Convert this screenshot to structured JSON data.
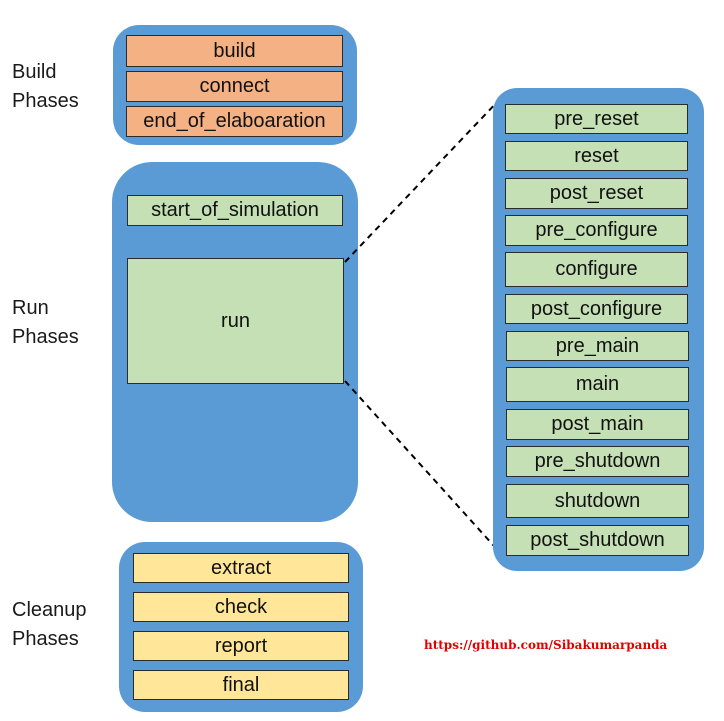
{
  "build_group": {
    "label_line1": "Build",
    "label_line2": "Phases",
    "phases": [
      "build",
      "connect",
      "end_of_elaboaration"
    ]
  },
  "run_group": {
    "label_line1": "Run",
    "label_line2": "Phases",
    "phases": [
      "start_of_simulation",
      "run"
    ],
    "sub_phases": [
      "pre_reset",
      "reset",
      "post_reset",
      "pre_configure",
      "configure",
      "post_configure",
      "pre_main",
      "main",
      "post_main",
      "pre_shutdown",
      "shutdown",
      "post_shutdown"
    ]
  },
  "cleanup_group": {
    "label_line1": "Cleanup",
    "label_line2": "Phases",
    "phases": [
      "extract",
      "check",
      "report",
      "final"
    ]
  },
  "credit": "https://github.com/Sibakumarpanda",
  "colors": {
    "container": "#5b9bd5",
    "build_phase": "#f4b183",
    "run_phase": "#c5e0b4",
    "cleanup_phase": "#ffe699",
    "credit": "#e00000"
  }
}
